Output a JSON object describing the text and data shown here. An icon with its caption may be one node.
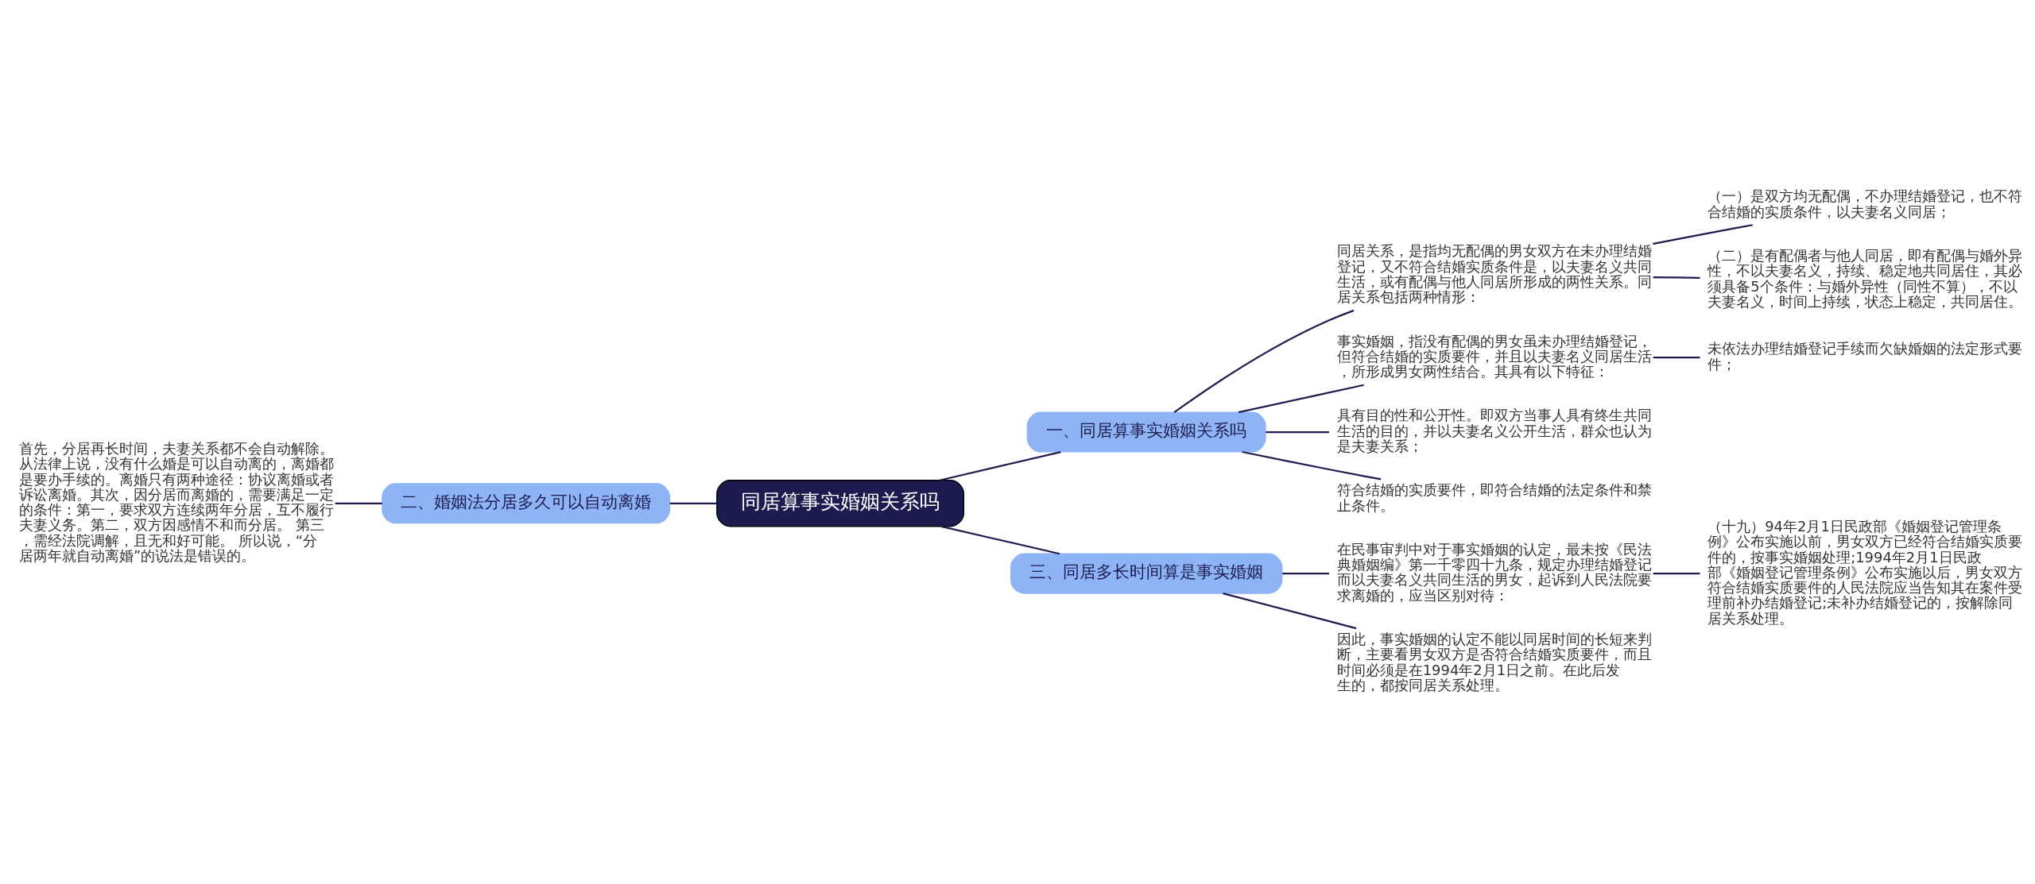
{
  "diagram": {
    "nodes": [
      {
        "text": [
          "同居算事实婚姻关系吗"
        ]
      },
      {
        "text": [
          "一、同居算事实婚姻关系吗"
        ]
      },
      {
        "text": [
          "同居关系，是指均无配偶的男女双方在未办理结婚登记，又不符合结婚实质条件是，以夫妻名义共同生活，或有配偶与他人同居所形成的两性关系。同居关系包括两种情形："
        ]
      },
      {
        "text": [
          "（一）是双方均无配偶，不办理结婚登记，也不符合结婚的实质条件，以夫妻名义同居；"
        ]
      },
      {
        "text": [
          "（二）是有配偶者与他人同居，即有配偶与婚外异性，不以夫妻名义，持续、稳定地共同居住，其必须具备5个条件：与婚外异性（同性不算），不以夫妻名义，时间上持续，状态上稳定，共同居住。"
        ]
      },
      {
        "text": [
          "事实婚姻，指没有配偶的男女虽未办理结婚登记，但符合结婚的实质要件，并且以夫妻名义同居生活，所形成男女两性结合。其具有以下特征："
        ]
      },
      {
        "text": [
          "未依法办理结婚登记手续而欠缺婚姻的法定形式要件；"
        ]
      },
      {
        "text": [
          "具有目的性和公开性。即双方当事人具有终生共同生活的目的，并以夫妻名义公开生活，群众也认为是夫妻关系；"
        ]
      },
      {
        "text": [
          "符合结婚的实质要件，即符合结婚的法定条件和禁止条件。"
        ]
      },
      {
        "text": [
          "二、婚姻法分居多久可以自动离婚"
        ]
      },
      {
        "text": [
          "首先，分居再长时间，夫妻关系都不会自动解除。从法律上说，没有什么婚是可以自动离的，离婚都是要办手续的。离婚只有两种途径：协议离婚或者诉讼离婚。其次，因分居而离婚的，需要满足一定的条件：第一，要求双方连续两年分居，互不履行夫妻义务。第二，双方因感情不和而分居。 第三，需经法院调解，且无和好可能。 所以说，“分居两年就自动离婚”的说法是错误的。"
        ]
      },
      {
        "text": [
          "三、同居多长时间算是事实婚姻"
        ]
      },
      {
        "text": [
          "在民事审判中对于事实婚姻的认定，最未按《民法典婚姻编》第一千零四十九条，规定办理结婚登记而以夫妻名义共同生活的男女，起诉到人民法院要求离婚的，应当区别对待："
        ]
      },
      {
        "text": [
          "（十九）94年2月1日民政部《婚姻登记管理条例》公布实施以前，男女双方已经符合结婚实质要件的，按事实婚姻处理;1994年2月1日民政部《婚姻登记管理条例》公布实施以后，男女双方符合结婚实质要件的人民法院应当告知其在案件受理前补办结婚登记;未补办结婚登记的，按解除同居关系处理。"
        ]
      },
      {
        "text": [
          "因此，事实婚姻的认定不能以同居时间的长短来判断，主要看男女双方是否符合结婚实质要件，而且时间必须是在1994年2月1日之前。在此后发生的，都按同居关系处理。"
        ]
      }
    ],
    "edges": [
      {
        "from": 0,
        "to": 1,
        "arrow": "none"
      },
      {
        "from": 1,
        "to": 2,
        "arrow": "none"
      },
      {
        "from": 2,
        "to": 3,
        "arrow": "none"
      },
      {
        "from": 2,
        "to": 4,
        "arrow": "none"
      },
      {
        "from": 1,
        "to": 5,
        "arrow": "none"
      },
      {
        "from": 5,
        "to": 6,
        "arrow": "none"
      },
      {
        "from": 1,
        "to": 7,
        "arrow": "none"
      },
      {
        "from": 1,
        "to": 8,
        "arrow": "none"
      },
      {
        "from": 0,
        "to": 9,
        "arrow": "none"
      },
      {
        "from": 9,
        "to": 10,
        "arrow": "none"
      },
      {
        "from": 0,
        "to": 11,
        "arrow": "none"
      },
      {
        "from": 11,
        "to": 12,
        "arrow": "none"
      },
      {
        "from": 12,
        "to": 13,
        "arrow": "none"
      },
      {
        "from": 11,
        "to": 14,
        "arrow": "none"
      }
    ]
  }
}
